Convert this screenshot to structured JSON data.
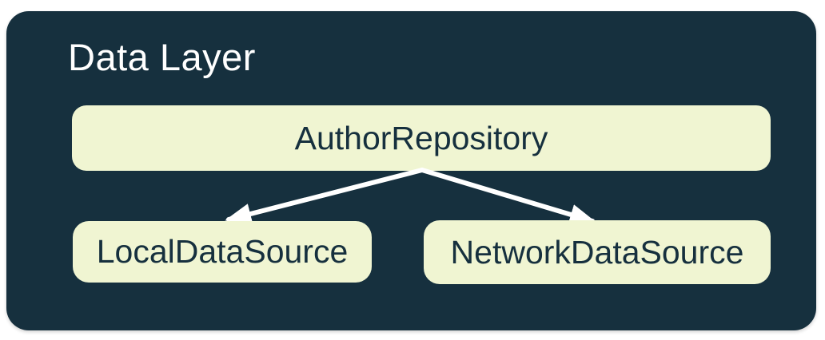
{
  "diagram": {
    "title": "Data Layer",
    "nodes": [
      {
        "id": "author-repository",
        "label": "AuthorRepository",
        "role": "repository"
      },
      {
        "id": "local-data-source",
        "label": "LocalDataSource",
        "role": "data-source"
      },
      {
        "id": "network-data-source",
        "label": "NetworkDataSource",
        "role": "data-source"
      }
    ],
    "edges": [
      {
        "from": "AuthorRepository",
        "to": "LocalDataSource",
        "style": "white-arrow"
      },
      {
        "from": "AuthorRepository",
        "to": "NetworkDataSource",
        "style": "white-arrow"
      }
    ],
    "colors": {
      "container_background": "#16303E",
      "node_background": "#F0F5D2",
      "node_text": "#16303E",
      "title_text": "#FFFFFF",
      "arrow": "#FFFFFF",
      "page_background": "#FFFFFF"
    }
  }
}
